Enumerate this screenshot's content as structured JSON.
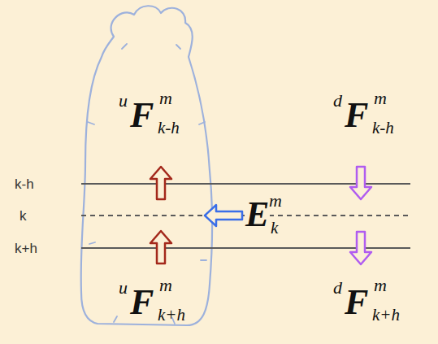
{
  "diagram": {
    "labels": [
      "k-h",
      "k",
      "k+h",
      "u",
      "F",
      "m",
      "k-h",
      "d",
      "F",
      "m",
      "k-h",
      "E",
      "m",
      "k",
      "u",
      "F",
      "m",
      "k+h",
      "d",
      "F",
      "m",
      "k+h"
    ]
  }
}
